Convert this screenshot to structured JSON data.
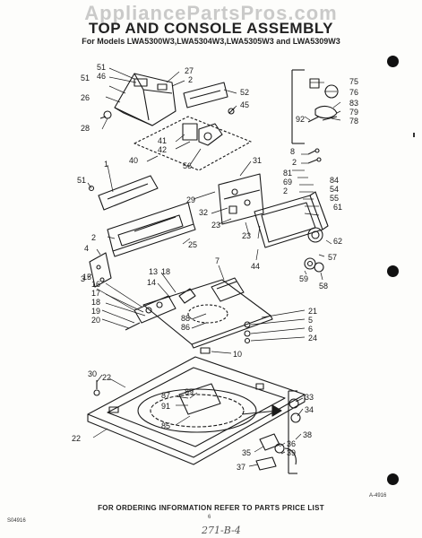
{
  "watermark": "AppliancePartsPros.com",
  "title": "TOP AND CONSOLE ASSEMBLY",
  "subtitle": "For Models LWA5300W3,LWA5304W3,LWA5305W3 and LWA5309W3",
  "footer": "FOR ORDERING INFORMATION REFER TO PARTS PRICE LIST",
  "diagram_code": "A-4916",
  "page_code": "S04916",
  "page_number": "6",
  "handwritten_note": "271-B-4",
  "callouts": {
    "c1": "1",
    "c2a": "2",
    "c2b": "2",
    "c2c": "2",
    "c3": "3",
    "c4": "4",
    "c5": "5",
    "c6": "6",
    "c7": "7",
    "c8": "8",
    "c10": "10",
    "c13": "13",
    "c14": "14",
    "c15": "15",
    "c16": "16",
    "c17": "17",
    "c18a": "18",
    "c18b": "18",
    "c19": "19",
    "c20": "20",
    "c21": "21",
    "c22a": "22",
    "c22b": "22",
    "c23a": "23",
    "c23b": "23",
    "c24": "24",
    "c25": "25",
    "c26": "26",
    "c27": "27",
    "c28": "28",
    "c29": "29",
    "c30": "30",
    "c31": "31",
    "c32": "32",
    "c33": "33",
    "c34": "34",
    "c35": "35",
    "c36": "36",
    "c37": "37",
    "c38": "38",
    "c39": "39",
    "c40": "40",
    "c41": "41",
    "c42": "42",
    "c44": "44",
    "c45": "45",
    "c46": "46",
    "c51a": "51",
    "c51b": "51",
    "c51c": "51",
    "c52": "52",
    "c54": "54",
    "c55": "55",
    "c56": "56",
    "c57": "57",
    "c58": "58",
    "c59": "59",
    "c61": "61",
    "c62": "62",
    "c69": "69",
    "c75": "75",
    "c76": "76",
    "c78": "78",
    "c79": "79",
    "c81": "81",
    "c83": "83",
    "c84": "84",
    "c85": "85",
    "c86": "86",
    "c87": "87",
    "c88": "88",
    "c89": "89",
    "c91": "91",
    "c92": "92"
  }
}
